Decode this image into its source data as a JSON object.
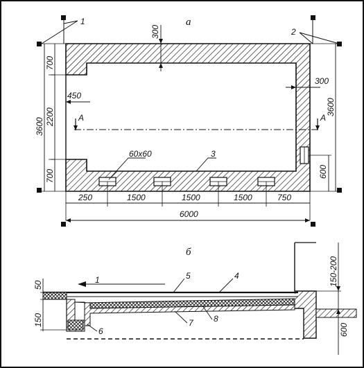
{
  "panels": {
    "top_letter": "а",
    "bottom_letter": "б"
  },
  "callouts": {
    "c1": "1",
    "c2": "2",
    "c3": "3",
    "c4": "4",
    "c5": "5",
    "c6": "6",
    "c7": "7",
    "c8": "8",
    "flow": "1"
  },
  "section_marks": {
    "left": "A",
    "right": "A"
  },
  "top_dims": {
    "top_wall": "300",
    "right_wall": "300",
    "left_offset": "450",
    "left_top": "700",
    "left_mid": "2200",
    "left_bottom": "700",
    "left_total": "3600",
    "right_total": "3600",
    "right_bottom": "600",
    "hole": "60x60",
    "seg1": "250",
    "seg2": "1500",
    "seg3": "1500",
    "seg4": "1500",
    "seg5": "750",
    "total_len": "6000"
  },
  "bottom_dims": {
    "d50": "50",
    "d150": "150",
    "d150_200": "150-200",
    "d600": "600"
  },
  "colors": {
    "line": "#111111",
    "background": "#ffffff"
  }
}
